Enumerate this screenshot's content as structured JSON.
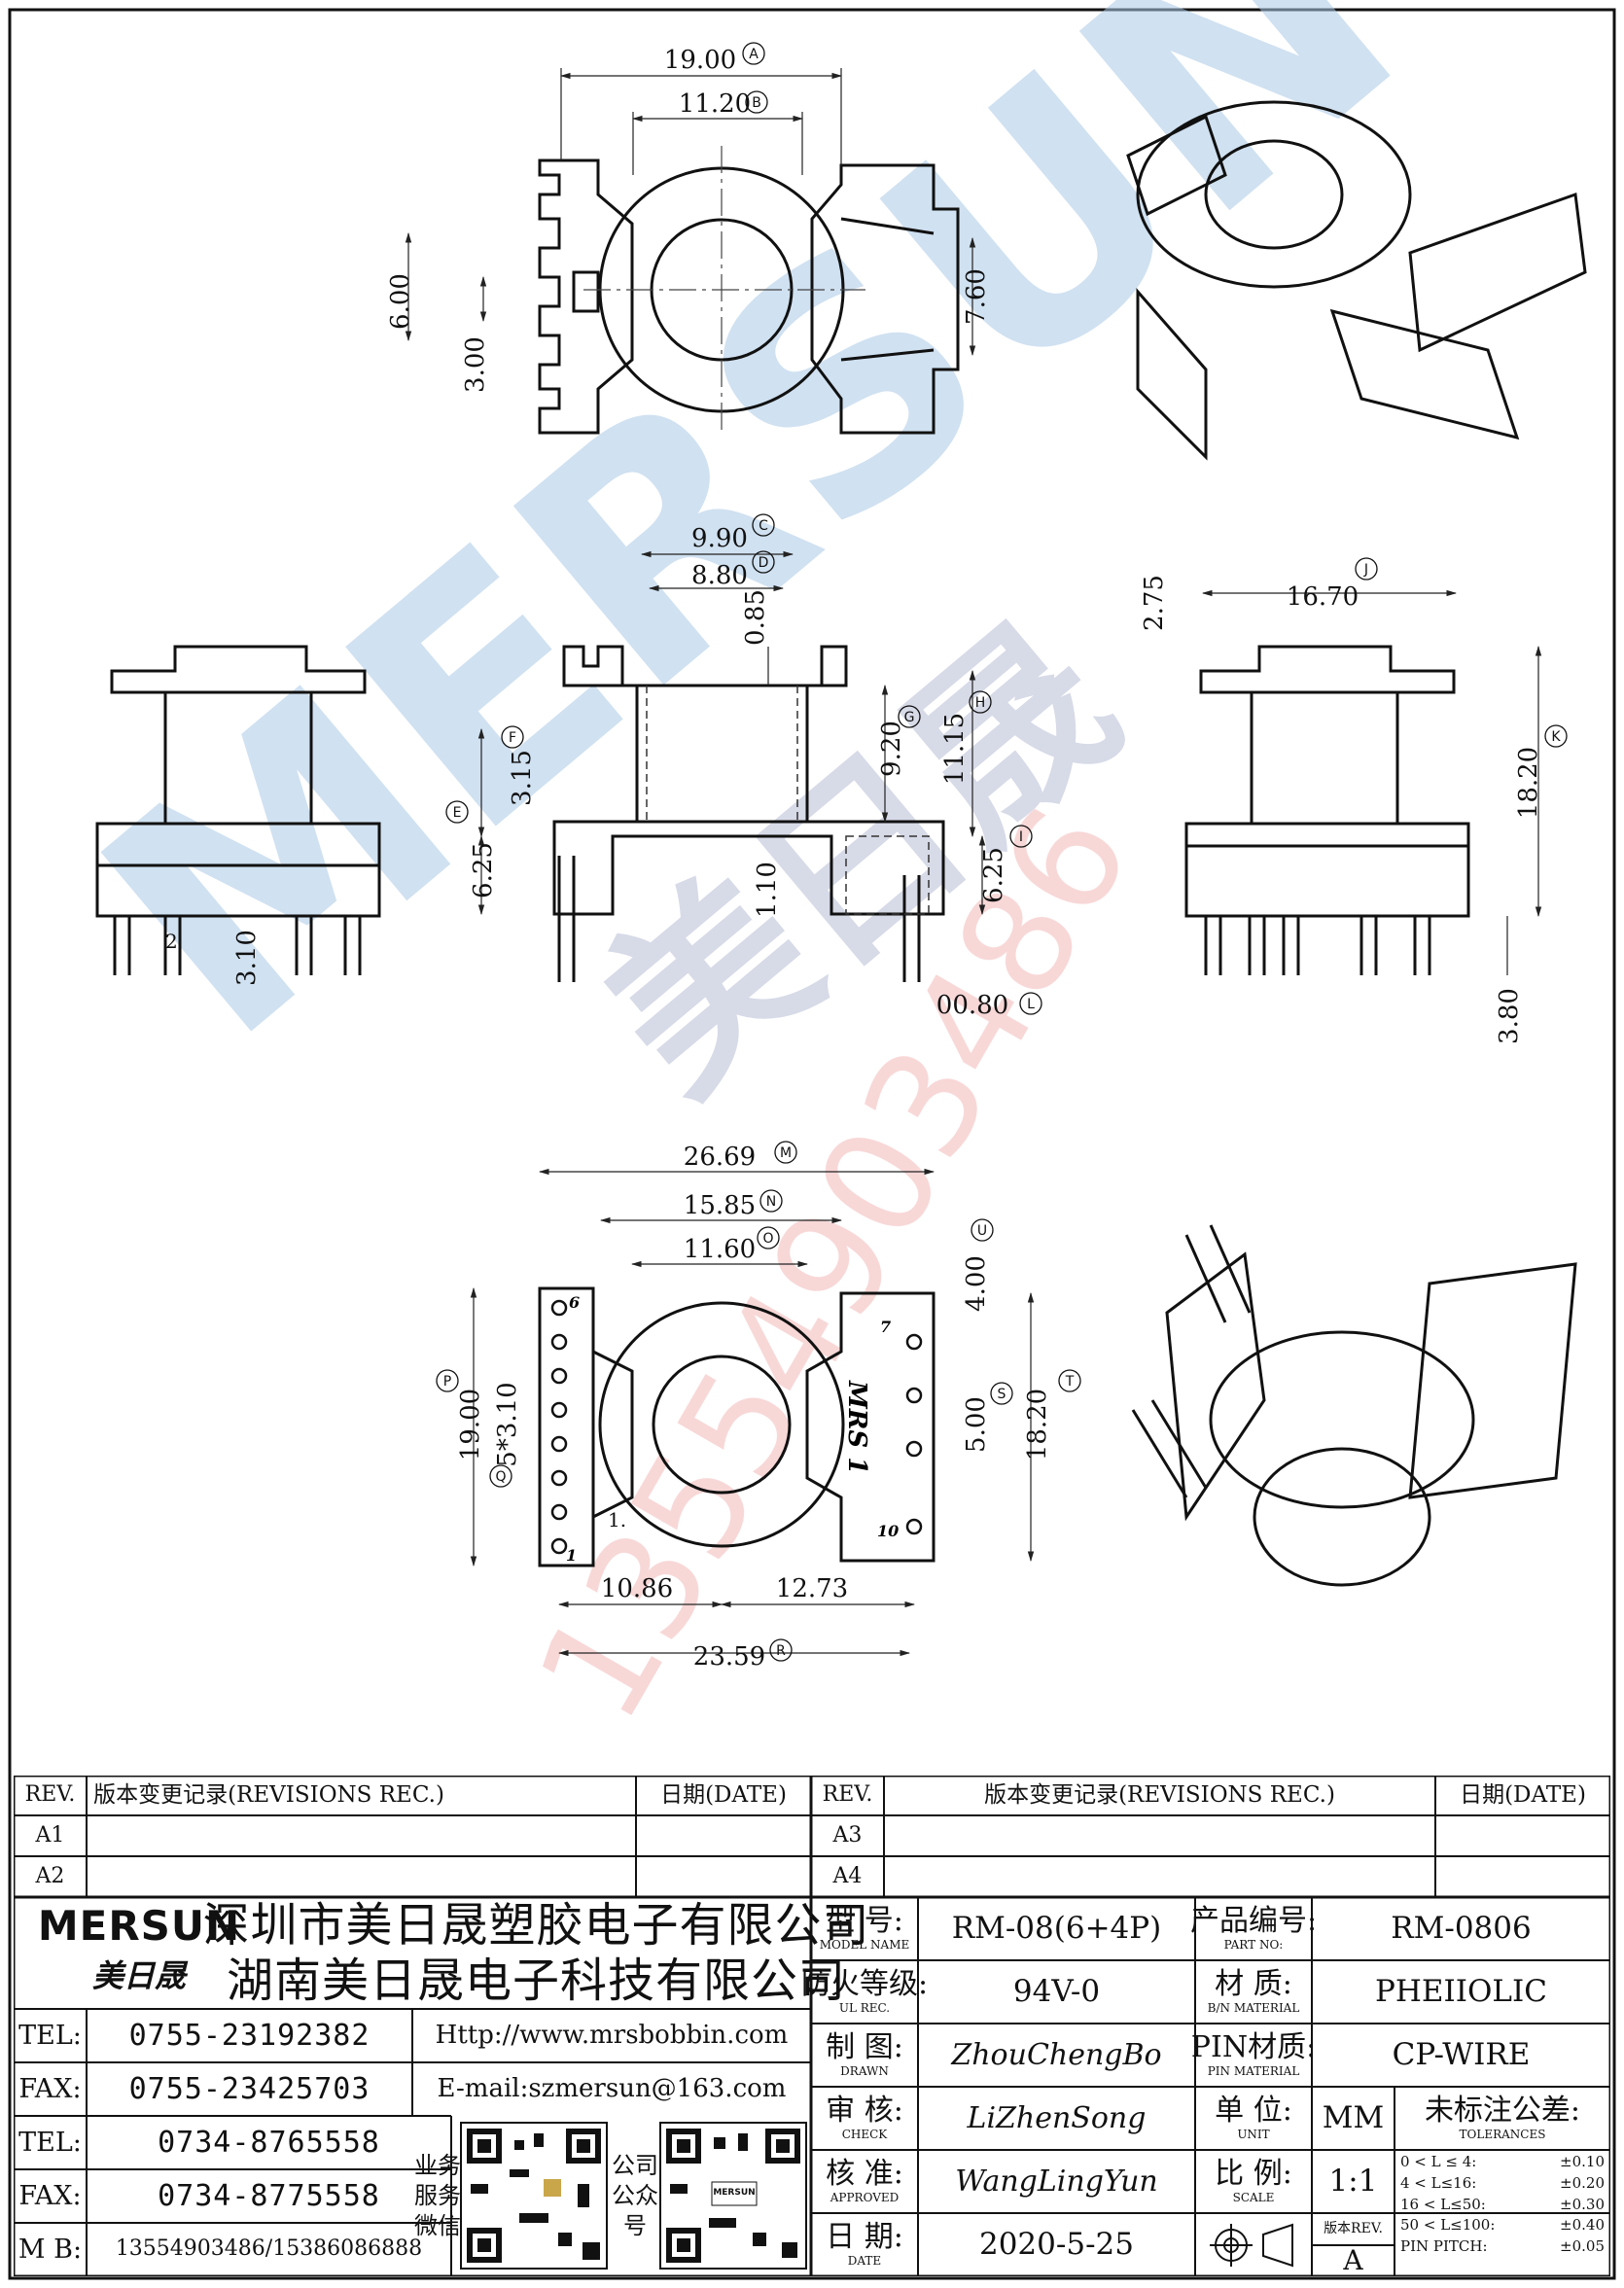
{
  "drawing": {
    "dimensions": {
      "A": "19.00",
      "B": "11.20",
      "top_6": "6.00",
      "top_3": "3.00",
      "top_76": "7.60",
      "C": "9.90",
      "D": "8.80",
      "d085": "0.85",
      "G": "9.20",
      "H": "11.15",
      "F": "3.15",
      "E": "6.25",
      "d110": "1.10",
      "I": "6.25",
      "L": "00.80",
      "J": "16.70",
      "d275": "2.75",
      "K": "18.20",
      "d380": "3.80",
      "left_310": "3.10",
      "left_pin": "2",
      "M": "26.69",
      "N": "15.85",
      "O": "11.60",
      "U": "4.00",
      "S": "5.00",
      "T": "18.20",
      "P": "19.00",
      "Q": "5*3.10",
      "d1086": "10.86",
      "d1273": "12.73",
      "R": "23.59",
      "bottom_11": "1."
    },
    "markers": [
      "A",
      "B",
      "C",
      "D",
      "E",
      "F",
      "G",
      "H",
      "I",
      "J",
      "K",
      "L",
      "M",
      "N",
      "O",
      "P",
      "Q",
      "R",
      "S",
      "T",
      "U"
    ],
    "pin_numbers": [
      "6",
      "1",
      "7",
      "10"
    ],
    "part_mark": "MRS 1",
    "watermark": {
      "brand": "MERSUN",
      "cn": "美日晟",
      "phone": "13554903486"
    }
  },
  "title_block": {
    "rev_label": "REV.",
    "rev_record": "版本变更记录(REVISIONS REC.)",
    "date_label": "日期(DATE)",
    "revs_left": [
      "A1",
      "A2"
    ],
    "revs_right": [
      "A3",
      "A4"
    ],
    "logo": {
      "en": "MERSUN",
      "cn": "美日晟"
    },
    "company1": "深圳市美日晟塑胶电子有限公司",
    "company2": "湖南美日晟电子科技有限公司",
    "contacts": [
      {
        "label": "TEL:",
        "value": "0755-23192382"
      },
      {
        "label": "FAX:",
        "value": "0755-23425703"
      },
      {
        "label": "TEL:",
        "value": "0734-8765558"
      },
      {
        "label": "FAX:",
        "value": "0734-8775558"
      },
      {
        "label": "M B:",
        "value": "13554903486/15386086888"
      }
    ],
    "http": "Http://www.mrsbobbin.com",
    "email": "E-mail:szmersun@163.com",
    "qr1_label": [
      "业务",
      "服务",
      "微信"
    ],
    "qr2_label": [
      "公司",
      "公众",
      "号"
    ],
    "qr2_logo": "MERSUN",
    "model_label": "型 号:",
    "model_sub": "MODEL NAME",
    "model": "RM-08(6+4P)",
    "part_label": "产品编号:",
    "part_sub": "PART NO:",
    "part": "RM-0806",
    "ul_label": "防火等级:",
    "ul_sub": "UL REC.",
    "ul": "94V-0",
    "mat_label": "材 质:",
    "mat_sub": "B/N MATERIAL",
    "mat": "PHEIIOLIC",
    "drawn_label": "制 图:",
    "drawn_sub": "DRAWN",
    "drawn": "ZhouChengBo",
    "pin_label": "PIN材质:",
    "pin_sub": "PIN MATERIAL",
    "pin": "CP-WIRE",
    "check_label": "审 核:",
    "check_sub": "CHECK",
    "check": "LiZhenSong",
    "unit_label": "单 位:",
    "unit_sub": "UNIT",
    "unit": "MM",
    "tol_label": "未标注公差:",
    "tol_sub": "TOLERANCES",
    "tolerances": [
      {
        "range": "0 < L ≤ 4:",
        "val": "±0.10"
      },
      {
        "range": "4 < L≤16:",
        "val": "±0.20"
      },
      {
        "range": "16 < L≤50:",
        "val": "±0.30"
      },
      {
        "range": "50 < L≤100:",
        "val": "±0.40"
      },
      {
        "range": "PIN PITCH:",
        "val": "±0.05"
      }
    ],
    "approved_label": "核 准:",
    "approved_sub": "APPROVED",
    "approved": "WangLingYun",
    "scale_label": "比 例:",
    "scale_sub": "SCALE",
    "scale": "1:1",
    "date2_label": "日 期:",
    "date2_sub": "DATE",
    "date": "2020-5-25",
    "ver_label": "版本REV.",
    "ver": "A"
  }
}
